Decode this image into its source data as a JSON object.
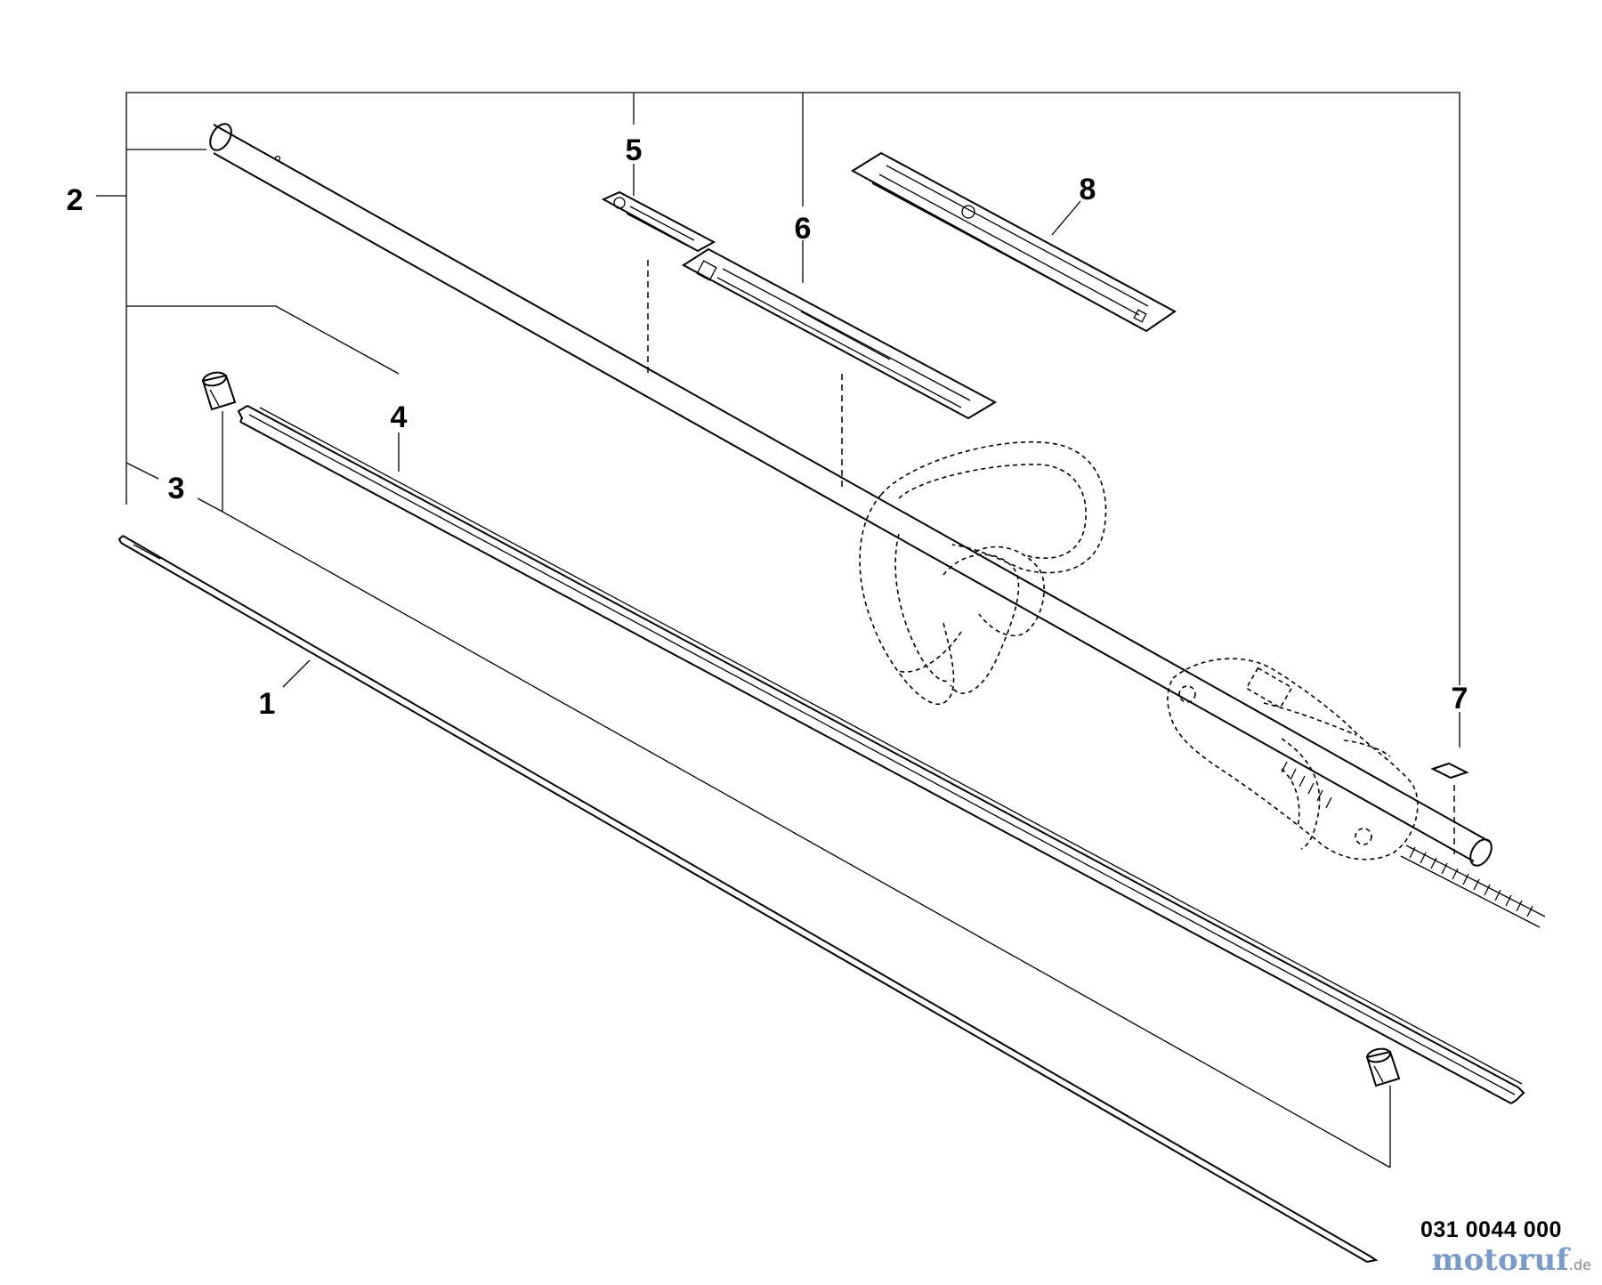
{
  "diagram": {
    "callouts": [
      {
        "id": "1",
        "label": "1"
      },
      {
        "id": "2",
        "label": "2"
      },
      {
        "id": "3",
        "label": "3"
      },
      {
        "id": "4",
        "label": "4"
      },
      {
        "id": "5",
        "label": "5"
      },
      {
        "id": "6",
        "label": "6"
      },
      {
        "id": "7",
        "label": "7"
      },
      {
        "id": "8",
        "label": "8"
      }
    ],
    "drawing_number": "031 0044 000",
    "watermark": {
      "brand": "motoruf",
      "suffix": ".de"
    }
  }
}
